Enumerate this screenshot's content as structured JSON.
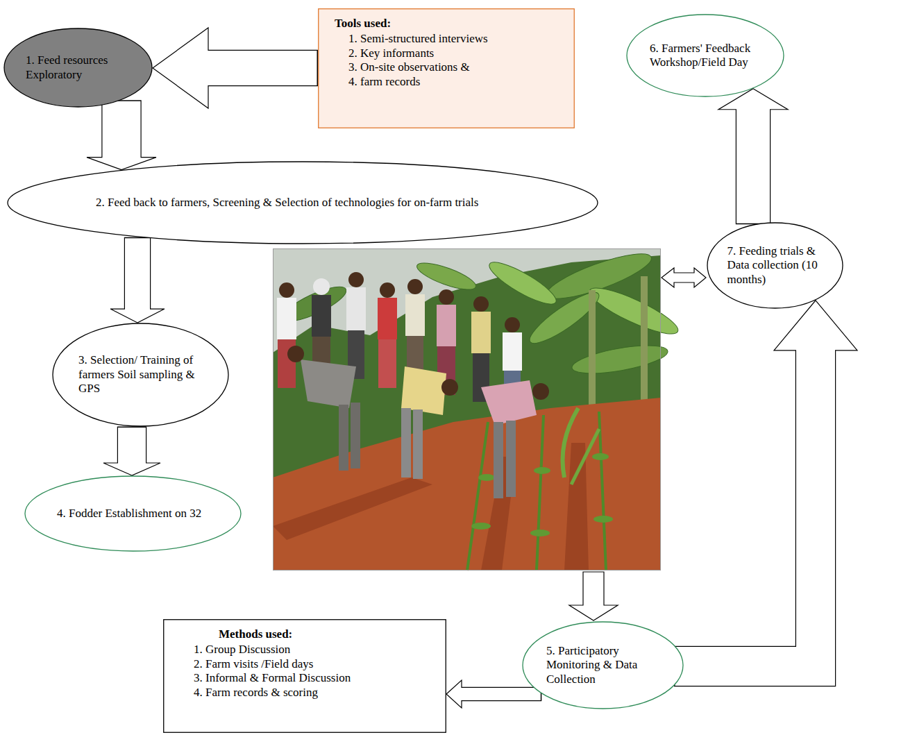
{
  "diagram": {
    "nodes": [
      {
        "text": [
          "1. Feed resources Exploratory"
        ]
      },
      {
        "text": [
          "Tools used:",
          "1. Semi-structured interviews",
          "2. Key informants",
          "3. On-site observations &",
          "4. farm records"
        ]
      },
      {
        "text": [
          "2. Feed back to farmers, Screening & Selection of technologies for on-farm trials"
        ]
      },
      {
        "text": [
          "3. Selection/ Training of farmers Soil sampling & GPS"
        ]
      },
      {
        "text": [
          "4. Fodder Establishment on 32"
        ]
      },
      {
        "text": [
          "5. Participatory Monitoring & Data Collection"
        ]
      },
      {
        "text": [
          "Methods used:",
          "1. Group Discussion",
          "2. Farm visits /Field days",
          "3. Informal & Formal Discussion",
          "4. Farm records & scoring"
        ]
      },
      {
        "text": [
          "6. Farmers' Feedback Workshop/Field Day"
        ]
      },
      {
        "text": [
          "7. Feeding trials & Data collection (10 months)"
        ]
      }
    ],
    "edges": [
      {
        "from": 1,
        "to": 0,
        "arrow": "to"
      },
      {
        "from": 0,
        "to": 2,
        "arrow": "to"
      },
      {
        "from": 2,
        "to": 3,
        "arrow": "to"
      },
      {
        "from": 3,
        "to": 4,
        "arrow": "to"
      },
      {
        "from": 5,
        "to": 6,
        "arrow": "to"
      },
      {
        "from": 5,
        "to": 8,
        "arrow": "to"
      },
      {
        "from": 8,
        "to": 7,
        "arrow": "to"
      }
    ]
  }
}
